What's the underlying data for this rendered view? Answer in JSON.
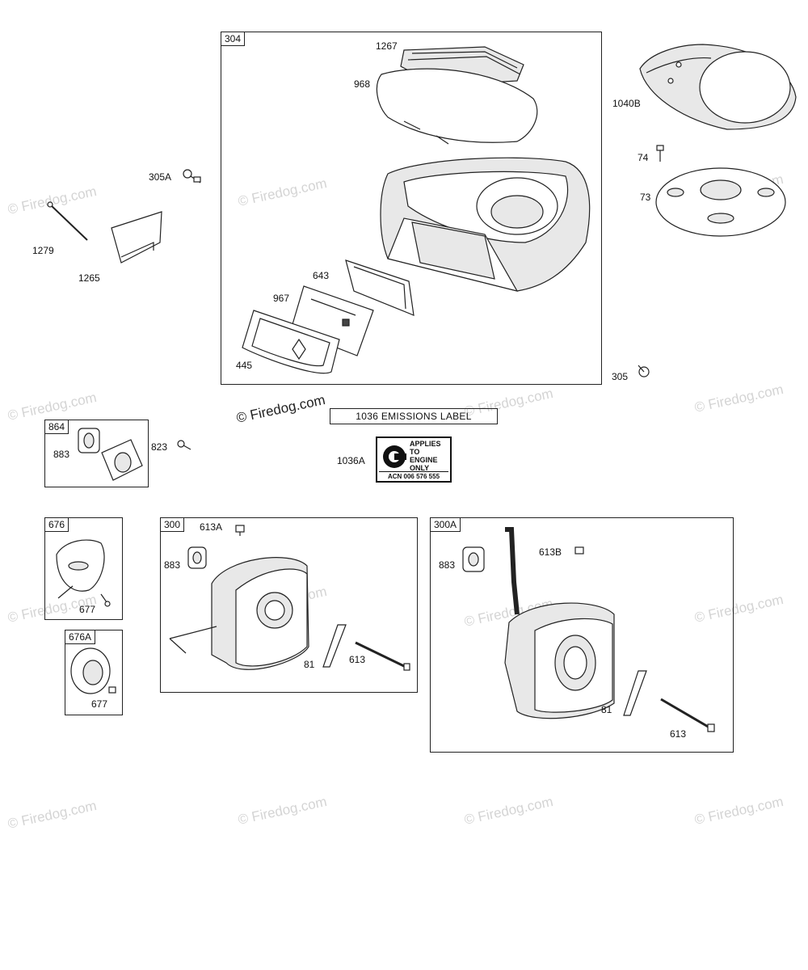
{
  "watermark": {
    "text": "© Firedog.com"
  },
  "groups": [
    {
      "id": "304",
      "label": "304"
    },
    {
      "id": "864",
      "label": "864"
    },
    {
      "id": "676",
      "label": "676"
    },
    {
      "id": "676A",
      "label": "676A"
    },
    {
      "id": "300",
      "label": "300"
    },
    {
      "id": "300A",
      "label": "300A"
    }
  ],
  "parts": {
    "p1267": "1267",
    "p968": "968",
    "p643": "643",
    "p967": "967",
    "p445": "445",
    "p305A": "305A",
    "p1279": "1279",
    "p1265": "1265",
    "p1040B": "1040B",
    "p74": "74",
    "p73": "73",
    "p305": "305",
    "p883a": "883",
    "p823": "823",
    "p1036A": "1036A",
    "p677a": "677",
    "p677b": "677",
    "p613A": "613A",
    "p883b": "883",
    "p81a": "81",
    "p613a": "613",
    "p613B": "613B",
    "p883c": "883",
    "p81b": "81",
    "p613b": "613"
  },
  "emissions": {
    "title": "1036 EMISSIONS LABEL",
    "line1": "APPLIES",
    "line2": "TO",
    "line3": "ENGINE",
    "line4": "ONLY",
    "code": "ACN 006 576 555"
  },
  "icons": {
    "c_logo": "c-logo-icon"
  }
}
